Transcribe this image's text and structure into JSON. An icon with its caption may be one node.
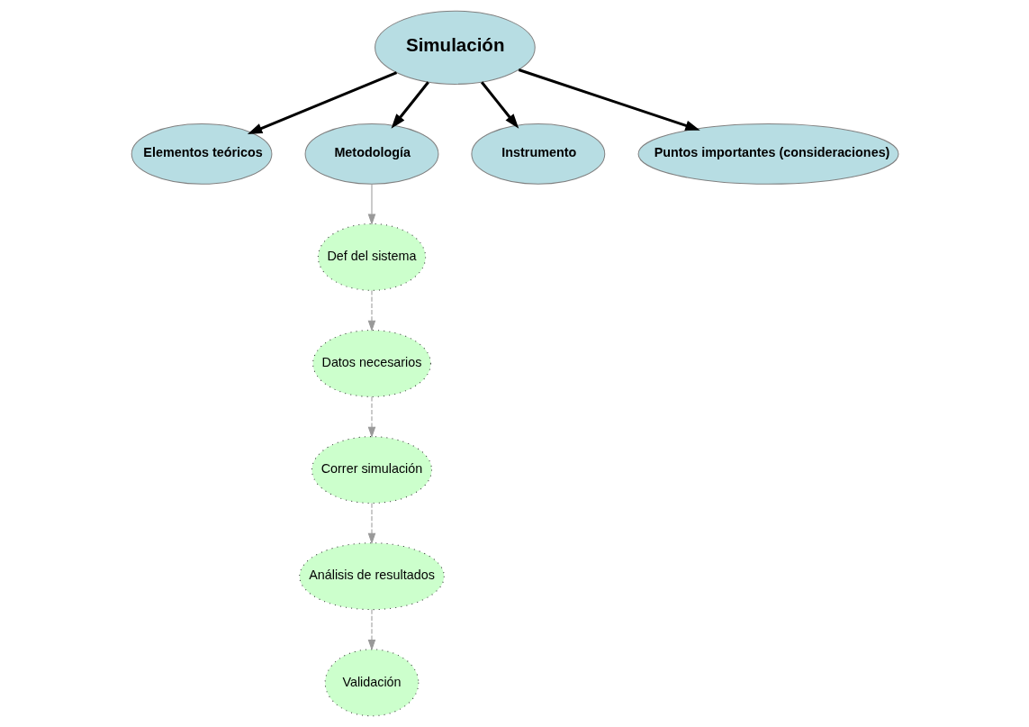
{
  "diagram": {
    "nodes": [
      {
        "text": [
          "Simulación"
        ]
      },
      {
        "text": [
          "Elementos teóricos"
        ]
      },
      {
        "text": [
          "Metodología"
        ]
      },
      {
        "text": [
          "Instrumento"
        ]
      },
      {
        "text": [
          "Puntos importantes (consideraciones)"
        ]
      },
      {
        "text": [
          "Def del sistema"
        ]
      },
      {
        "text": [
          "Datos necesarios"
        ]
      },
      {
        "text": [
          "Correr simulación"
        ]
      },
      {
        "text": [
          "Análisis de resultados"
        ]
      },
      {
        "text": [
          "Validación"
        ]
      }
    ],
    "edges": [
      {
        "from": 0,
        "to": 1,
        "arrow": "to",
        "style": "thick",
        "color": "#000000"
      },
      {
        "from": 0,
        "to": 2,
        "arrow": "to",
        "style": "thick",
        "color": "#000000"
      },
      {
        "from": 0,
        "to": 3,
        "arrow": "to",
        "style": "thick",
        "color": "#000000"
      },
      {
        "from": 0,
        "to": 4,
        "arrow": "to",
        "style": "thick",
        "color": "#000000"
      },
      {
        "from": 2,
        "to": 5,
        "arrow": "to",
        "color": "#999999"
      },
      {
        "from": 5,
        "to": 6,
        "arrow": "to",
        "style": "dashed",
        "color": "#999999"
      },
      {
        "from": 6,
        "to": 7,
        "arrow": "to",
        "style": "dashed",
        "color": "#999999"
      },
      {
        "from": 7,
        "to": 8,
        "arrow": "to",
        "style": "dashed",
        "color": "#999999"
      },
      {
        "from": 8,
        "to": 9,
        "arrow": "to",
        "style": "dashed",
        "color": "#999999"
      }
    ]
  }
}
